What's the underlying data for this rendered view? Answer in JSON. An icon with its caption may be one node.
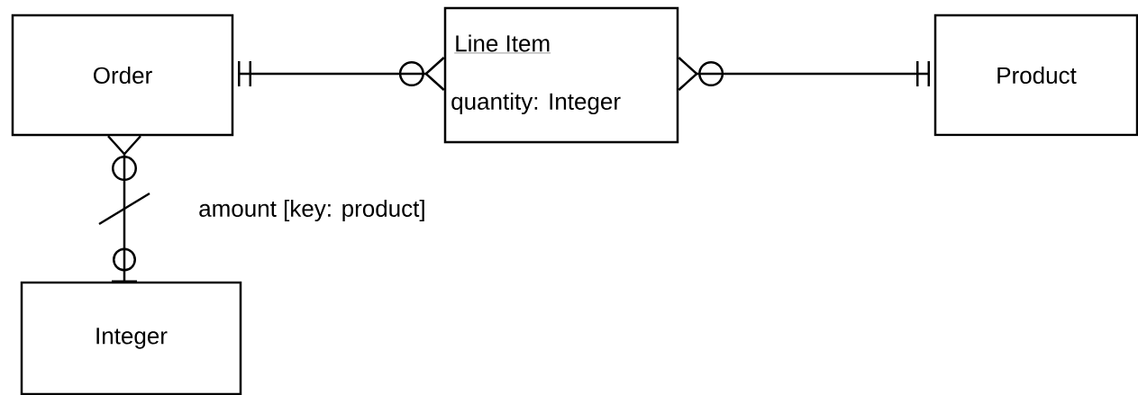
{
  "diagram": {
    "nodes": [
      {
        "text": [
          "Order"
        ]
      },
      {
        "text": [
          "Line Item",
          "quantity: Integer"
        ]
      },
      {
        "text": [
          "Product"
        ]
      },
      {
        "text": [
          "Integer"
        ]
      }
    ],
    "edges": [
      {
        "from": 0,
        "to": 1,
        "arrow": "other"
      },
      {
        "from": 1,
        "to": 2,
        "arrow": "other"
      },
      {
        "from": 0,
        "to": 3,
        "arrow": "other",
        "label": "amount [key: product]"
      }
    ]
  }
}
